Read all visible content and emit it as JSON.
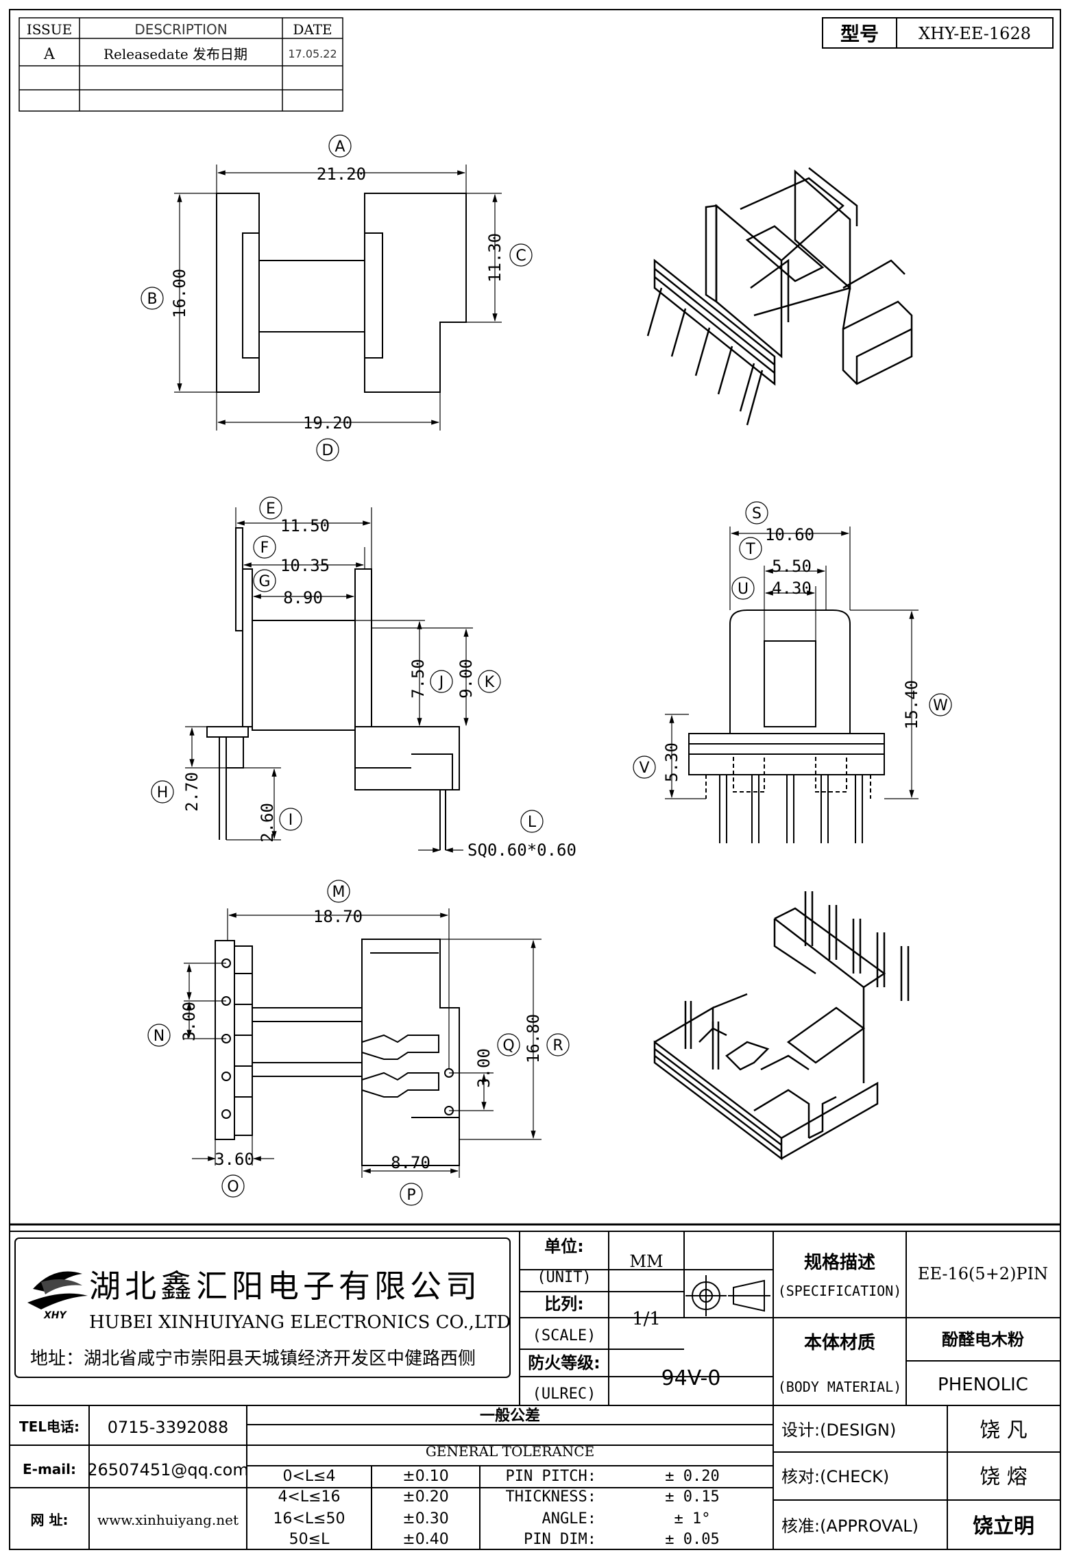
{
  "revision_table": {
    "headers": {
      "issue": "ISSUE",
      "description": "DESCRIPTION",
      "date": "DATE"
    },
    "rows": [
      {
        "issue": "A",
        "description": "Releasedate 发布日期",
        "date": "17.05.22"
      }
    ]
  },
  "model": {
    "label": "型号",
    "value": "XHY-EE-1628"
  },
  "dimensions": {
    "A": "21.20",
    "B": "16.00",
    "C": "11.30",
    "D": "19.20",
    "E": "11.50",
    "F": "10.35",
    "G": "8.90",
    "H": "2.70",
    "I": "2.60",
    "J": "7.50",
    "K": "9.00",
    "L": "SQ0.60*0.60",
    "S": "10.60",
    "T": "5.50",
    "U": "4.30",
    "V": "5.30",
    "W": "15.40",
    "M": "18.70",
    "N": "3.00",
    "O": "3.60",
    "P": "8.70",
    "Q": "3.00",
    "R": "16.80"
  },
  "company": {
    "name_cn": "湖北鑫汇阳电子有限公司",
    "name_en": "HUBEI XINHUIYANG ELECTRONICS CO.,LTD",
    "address": "地址：湖北省咸宁市崇阳县天城镇经济开发区中健路西侧",
    "logo_text": "XHY"
  },
  "titleblock": {
    "unit_label_cn": "单位:",
    "unit_label_en": "(UNIT)",
    "unit_value": "MM",
    "scale_label_cn": "比列:",
    "scale_label_en": "(SCALE)",
    "scale_value": "1/1",
    "ulrec_label_cn": "防火等级:",
    "ulrec_label_en": "(ULREC)",
    "ulrec_value": "94V-0",
    "spec_label_cn": "规格描述",
    "spec_label_en": "(SPECIFICATION)",
    "spec_value": "EE-16(5+2)PIN",
    "material_label_cn": "本体材质",
    "material_label_en": "(BODY MATERIAL)",
    "material_value_cn": "酚醛电木粉",
    "material_value_en": "PHENOLIC"
  },
  "contact": {
    "tel_label": "TEL电话:",
    "tel": "0715-3392088",
    "email_label": "E-mail:",
    "email": "26507451@qq.com",
    "web_label": "网  址:",
    "web": "www.xinhuiyang.net"
  },
  "tolerance": {
    "title_cn": "一般公差",
    "title_en": "GENERAL TOLERANCE",
    "ranges": [
      {
        "range": "0<L≤4",
        "tol": "±0.10"
      },
      {
        "range": "4<L≤16",
        "tol": "±0.20"
      },
      {
        "range": "16<L≤50",
        "tol": "±0.30"
      },
      {
        "range": "50≤L",
        "tol": "±0.40"
      }
    ],
    "others": [
      {
        "label": "PIN PITCH:",
        "value": "± 0.20"
      },
      {
        "label": "THICKNESS:",
        "value": "± 0.15"
      },
      {
        "label": "ANGLE:",
        "value": "± 1°"
      },
      {
        "label": "PIN DIM:",
        "value": "± 0.05"
      }
    ]
  },
  "approvals": {
    "design_label": "设计:(DESIGN)",
    "design_name": "饶  凡",
    "check_label": "核对:(CHECK)",
    "check_name": "饶  熔",
    "approval_label": "核准:(APPROVAL)",
    "approval_name": "饶立明"
  }
}
